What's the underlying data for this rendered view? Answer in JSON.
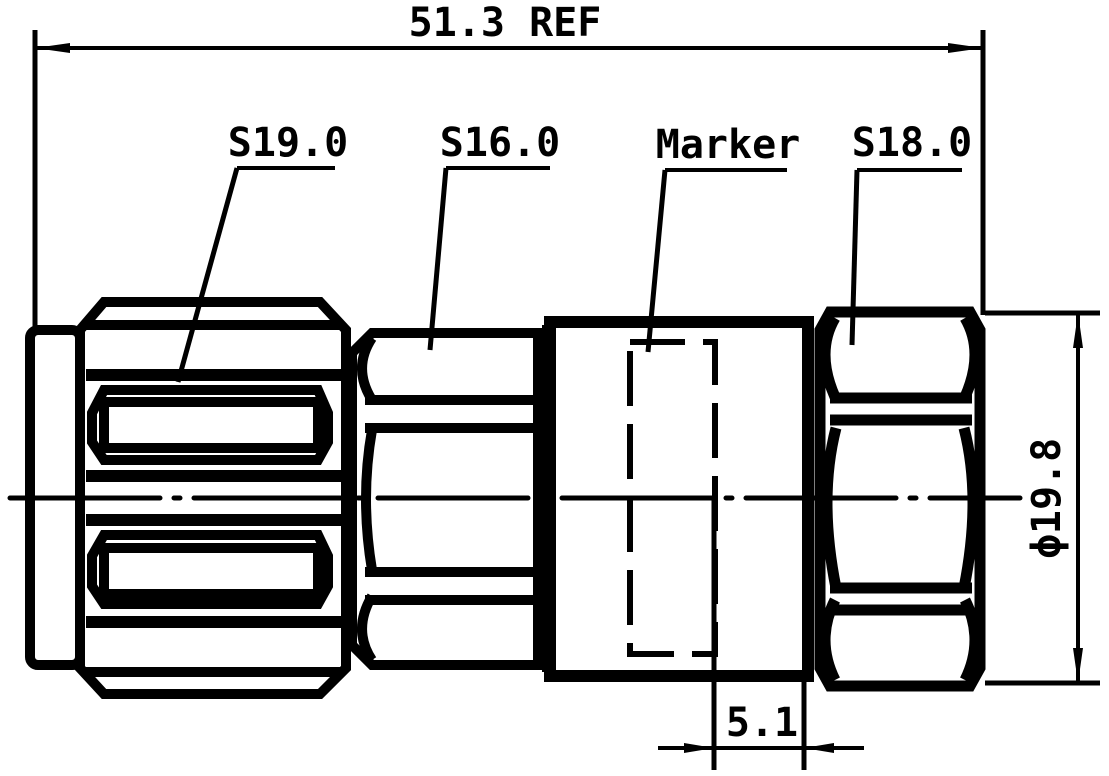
{
  "dimensions": {
    "overall_length": "51.3 REF",
    "diameter": "ϕ19.8",
    "marker_offset": "5.1"
  },
  "callouts": {
    "nut_1": "S19.0",
    "body_hex": "S16.0",
    "marker": "Marker",
    "nut_2": "S18.0"
  },
  "colors": {
    "line": "#000000",
    "background": "#ffffff"
  }
}
